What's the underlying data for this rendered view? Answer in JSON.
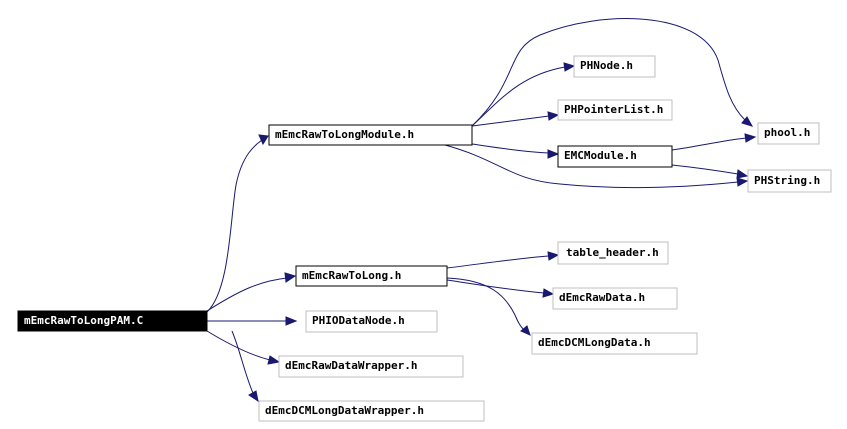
{
  "graph": {
    "nodes": {
      "root": "mEmcRawToLongPAM.C",
      "module_h": "mEmcRawToLongModule.h",
      "rawtolong_h": "mEmcRawToLong.h",
      "phiodatanode_h": "PHIODataNode.h",
      "rawdatawrapper_h": "dEmcRawDataWrapper.h",
      "dcmlongdatawrapper_h": "dEmcDCMLongDataWrapper.h",
      "phnode_h": "PHNode.h",
      "phpointerlist_h": "PHPointerList.h",
      "emcmodule_h": "EMCModule.h",
      "phool_h": "phool.h",
      "phstring_h": "PHString.h",
      "table_header_h": "table_header.h",
      "rawdata_h": "dEmcRawData.h",
      "dcmlongdata_h": "dEmcDCMLongData.h"
    }
  }
}
